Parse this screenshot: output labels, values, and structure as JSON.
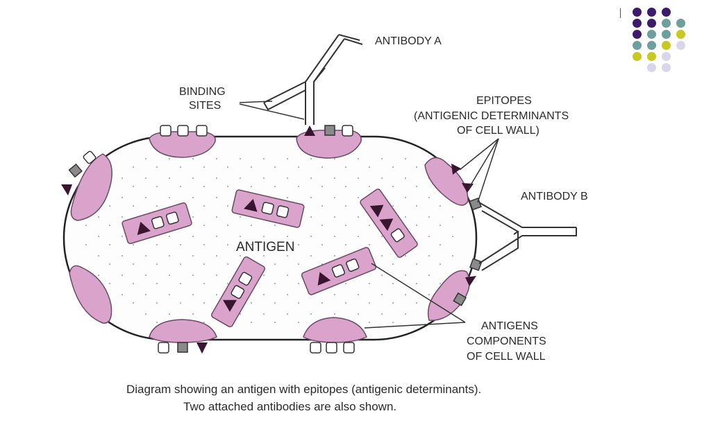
{
  "diagram": {
    "labels": {
      "antibody_a": "ANTIBODY A",
      "binding_sites_1": "BINDING",
      "binding_sites_2": "SITES",
      "epitopes_1": "EPITOPES",
      "epitopes_2": "(ANTIGENIC DETERMINANTS",
      "epitopes_3": "OF CELL WALL)",
      "antibody_b": "ANTIBODY B",
      "antigen": "ANTIGEN",
      "components_1": "ANTIGENS",
      "components_2": "COMPONENTS",
      "components_3": "OF CELL WALL"
    },
    "caption_1": "Diagram showing an antigen with epitopes (antigenic determinants).",
    "caption_2": "Two attached antibodies are also shown."
  },
  "colors": {
    "accent_dark_purple": "#3d1b6b",
    "accent_teal": "#6d9f9e",
    "accent_olive": "#c8c81e",
    "accent_lavender": "#d9d6ea",
    "component_pink": "#d9a3cc",
    "triangle_dark": "#3a1530"
  }
}
